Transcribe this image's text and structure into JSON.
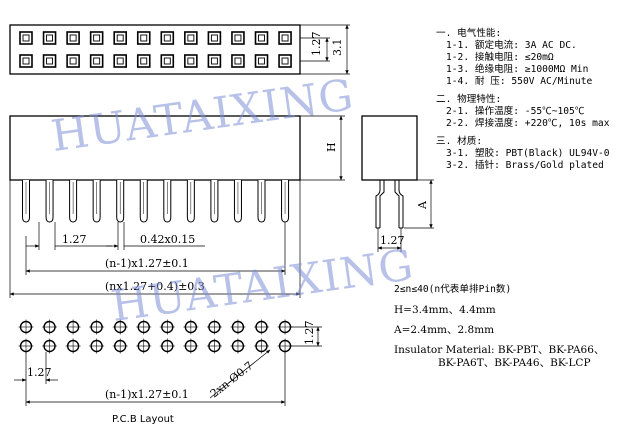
{
  "watermark": "HUATAIXING",
  "dims": {
    "h_1_27": "1.27",
    "h_3_1": "3.1",
    "h_H": "H",
    "pitch_1": "1.27",
    "pin_size": "0.42x0.15",
    "span_n1": "(n-1)x1.27±0.1",
    "span_total": "(nx1.27+0.4)±0.3",
    "side_1_27": "1.27",
    "side_A": "A",
    "pcb_1_27_v": "1.27",
    "pcb_1_27_h": "1.27",
    "pcb_span": "(n-1)x1.27±0.1",
    "hole": "2xn-Ø0.7",
    "pcb_label": "P.C.B Layout"
  },
  "specs": [
    {
      "text": "一. 电气性能:",
      "sec": true
    },
    {
      "text": "1-1. 额定电流:  3A AC DC."
    },
    {
      "text": "1-2. 接触电阻:  ≤20mΩ"
    },
    {
      "text": "1-3. 绝缘电阻:  ≥1000MΩ Min"
    },
    {
      "text": "1-4. 耐    压:  550V AC/Minute"
    },
    {
      "text": "二. 物理特性:",
      "sec": true
    },
    {
      "text": "2-1. 操作温度:  -55℃~105℃"
    },
    {
      "text": "2-2. 焊接温度:  +220℃, 10s max"
    },
    {
      "text": "三. 材质:",
      "sec": true
    },
    {
      "text": "3-1. 塑胶: PBT(Black) UL94V-0"
    },
    {
      "text": "3-2. 插针: Brass/Gold plated"
    }
  ],
  "notes": {
    "n_range": "2≤n≤40(n代表单排Pin数)",
    "h_values": "H=3.4mm、4.4mm",
    "a_values": "A=2.4mm、2.8mm",
    "material_1": "Insulator Material: BK-PBT、BK-PA66、",
    "material_2": "BK-PA6T、BK-PA46、BK-LCP"
  }
}
